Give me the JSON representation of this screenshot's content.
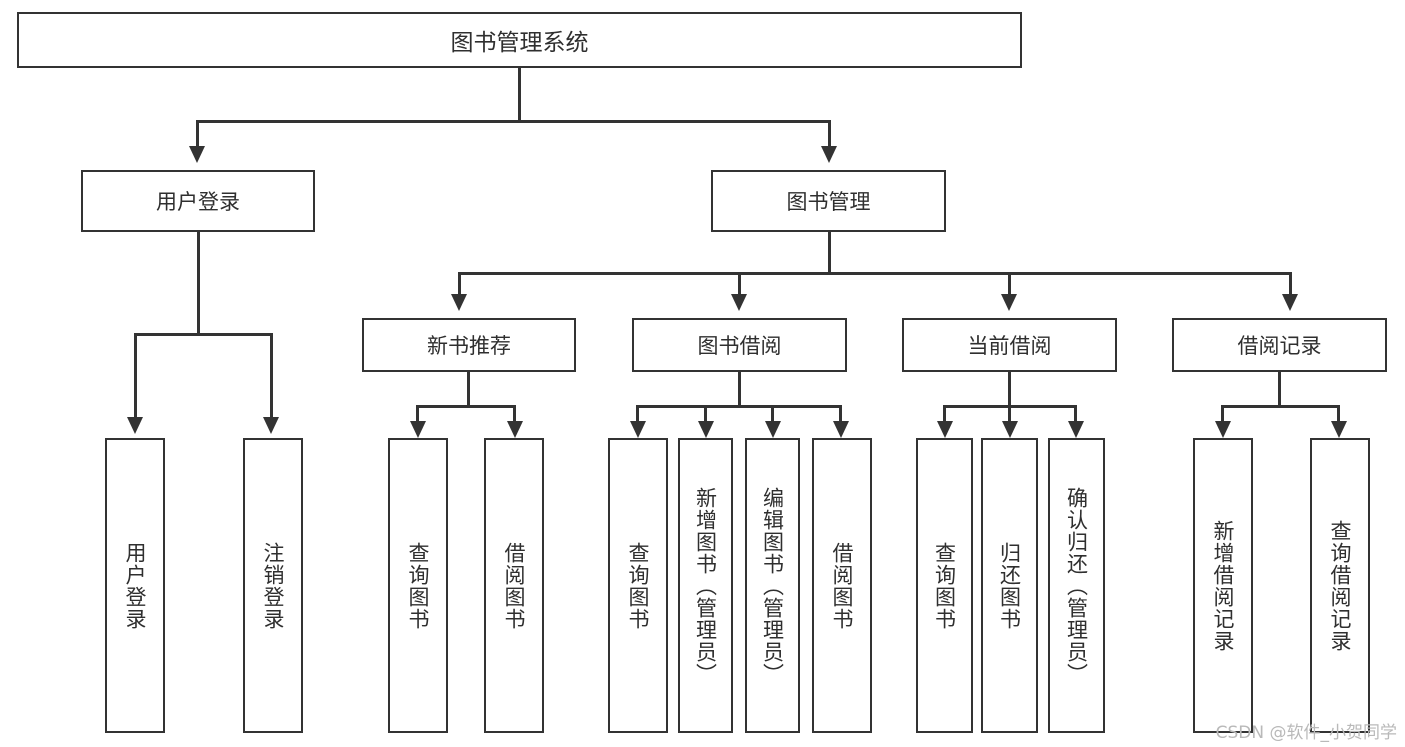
{
  "diagram": {
    "title": "图书管理系统",
    "type": "tree-hierarchy-chart",
    "root": {
      "label": "图书管理系统"
    },
    "level1": [
      {
        "label": "用户登录"
      },
      {
        "label": "图书管理"
      }
    ],
    "level2": [
      {
        "label": "新书推荐"
      },
      {
        "label": "图书借阅"
      },
      {
        "label": "当前借阅"
      },
      {
        "label": "借阅记录"
      }
    ],
    "leaves": {
      "user_login": [
        {
          "label": "用户登录"
        },
        {
          "label": "注销登录"
        }
      ],
      "new_book_recommend": [
        {
          "label": "查询图书"
        },
        {
          "label": "借阅图书"
        }
      ],
      "book_borrow": [
        {
          "label": "查询图书"
        },
        {
          "label": "新增图书（管理员）"
        },
        {
          "label": "编辑图书（管理员）"
        },
        {
          "label": "借阅图书"
        }
      ],
      "current_borrow": [
        {
          "label": "查询图书"
        },
        {
          "label": "归还图书"
        },
        {
          "label": "确认归还（管理员）"
        }
      ],
      "borrow_record": [
        {
          "label": "新增借阅记录"
        },
        {
          "label": "查询借阅记录"
        }
      ]
    }
  },
  "watermark": {
    "text": "CSDN @软件_小贺同学"
  },
  "colors": {
    "background": "#ffffff",
    "border": "#333333",
    "text": "#2f2f2f",
    "connector": "#333333",
    "watermark": "#b9b9b9"
  }
}
